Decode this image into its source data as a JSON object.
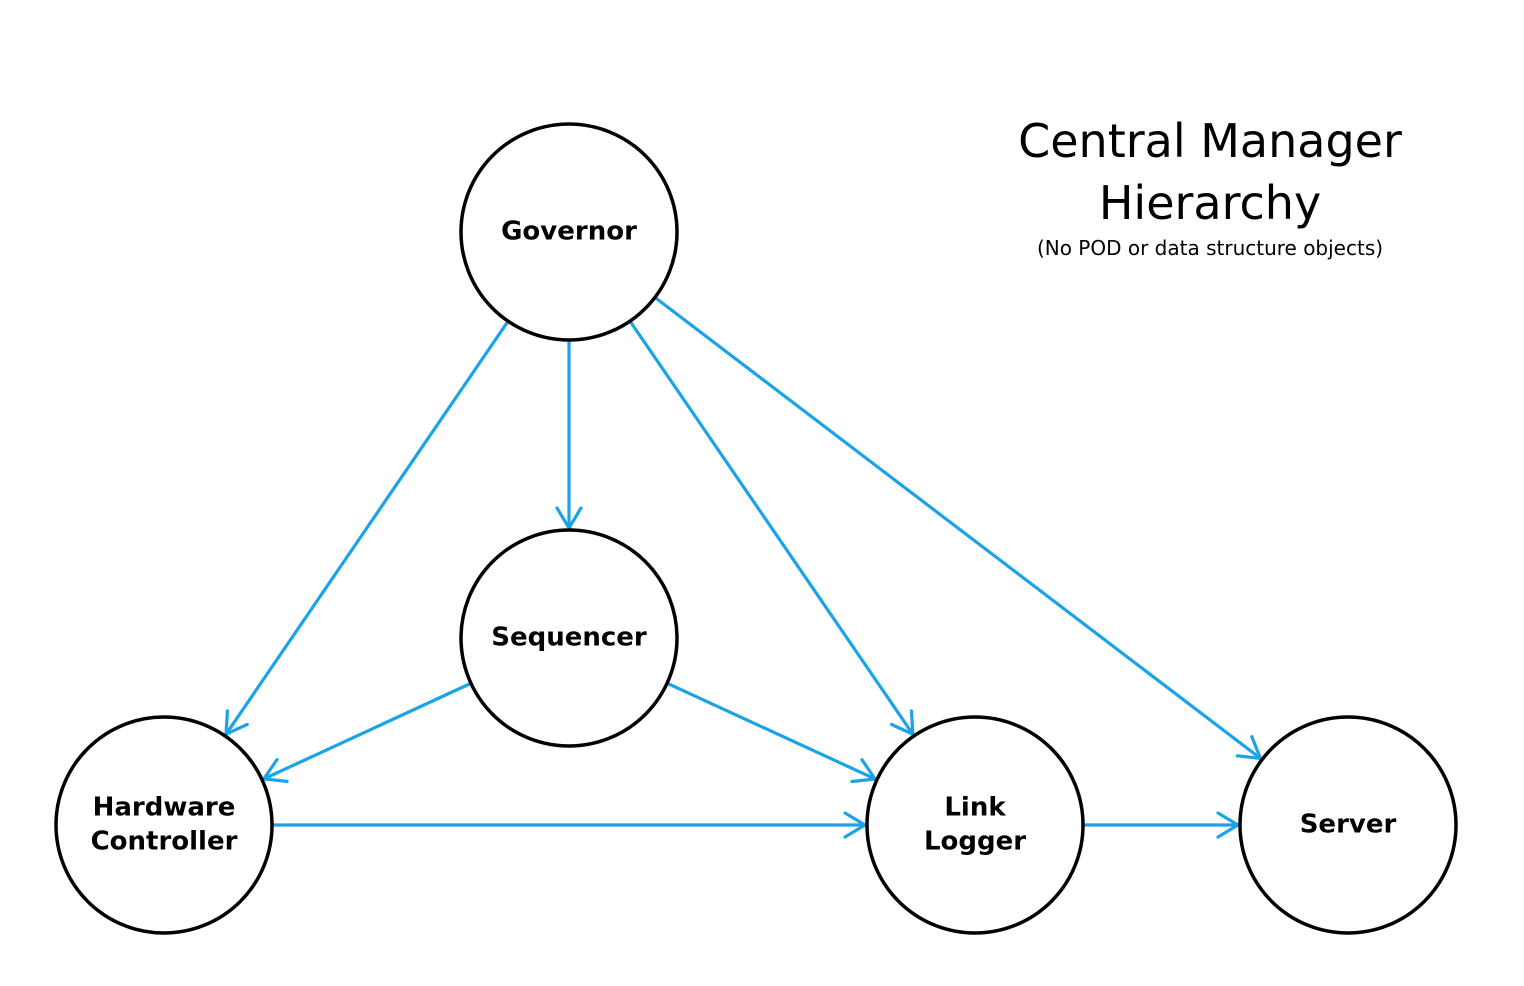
{
  "title": {
    "line1": "Central Manager",
    "line2": "Hierarchy",
    "subtitle": "(No POD or data structure objects)"
  },
  "colors": {
    "edge": "#1aa3e8",
    "node_stroke": "#000000",
    "background": "#ffffff"
  },
  "nodes": [
    {
      "id": "governor",
      "lines": [
        "Governor"
      ]
    },
    {
      "id": "sequencer",
      "lines": [
        "Sequencer"
      ]
    },
    {
      "id": "hardware-controller",
      "lines": [
        "Hardware",
        "Controller"
      ]
    },
    {
      "id": "link-logger",
      "lines": [
        "Link",
        "Logger"
      ]
    },
    {
      "id": "server",
      "lines": [
        "Server"
      ]
    }
  ],
  "edges": [
    {
      "from": "governor",
      "to": "hardware-controller"
    },
    {
      "from": "governor",
      "to": "sequencer"
    },
    {
      "from": "governor",
      "to": "link-logger"
    },
    {
      "from": "governor",
      "to": "server"
    },
    {
      "from": "sequencer",
      "to": "hardware-controller"
    },
    {
      "from": "sequencer",
      "to": "link-logger"
    },
    {
      "from": "hardware-controller",
      "to": "link-logger"
    },
    {
      "from": "link-logger",
      "to": "server"
    }
  ]
}
